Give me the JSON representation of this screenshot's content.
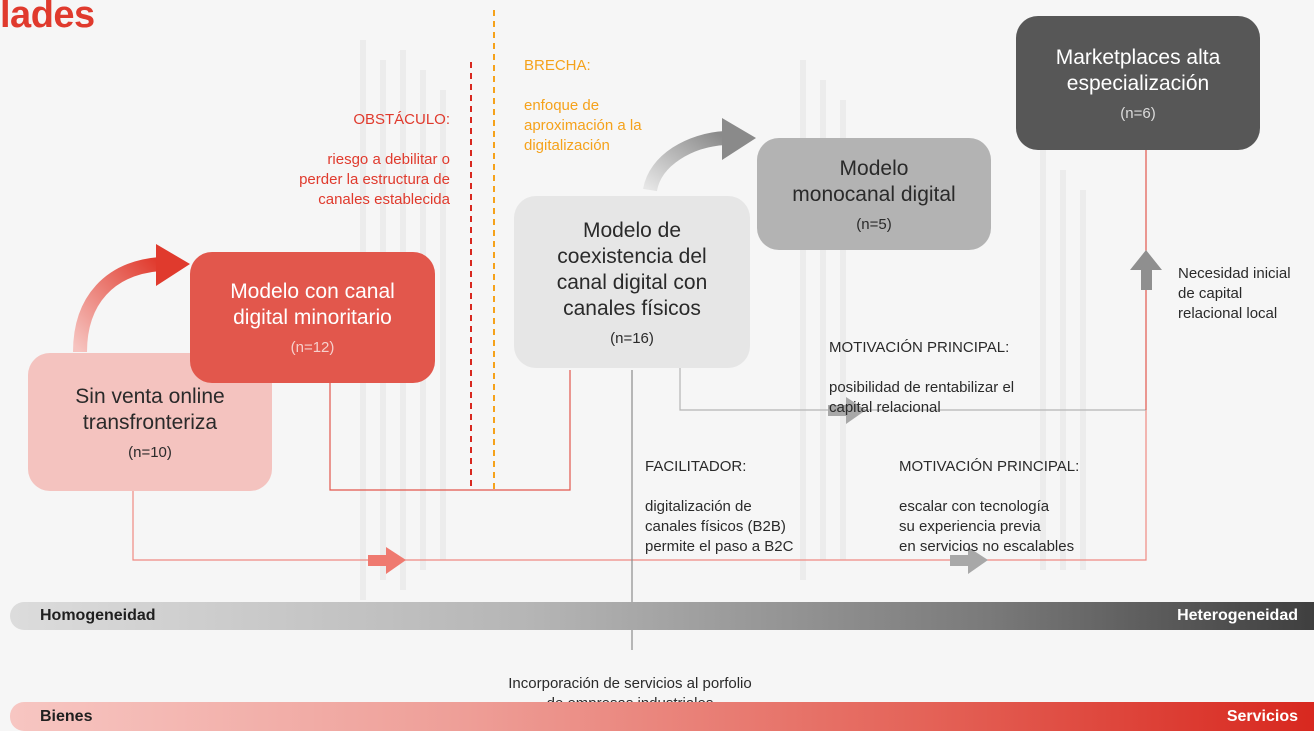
{
  "title": "lades",
  "boxes": {
    "sin_venta": {
      "title": "Sin venta online\ntransfronteriza",
      "n": "(n=10)"
    },
    "minoritario": {
      "title": "Modelo con canal\ndigital minoritario",
      "n": "(n=12)"
    },
    "coexistencia": {
      "title": "Modelo de\ncoexistencia del\ncanal digital con\ncanales físicos",
      "n": "(n=16)"
    },
    "monocanal": {
      "title": "Modelo\nmonocanal digital",
      "n": "(n=5)"
    },
    "marketplaces": {
      "title": "Marketplaces alta\nespecialización",
      "n": "(n=6)"
    }
  },
  "annotations": {
    "obstaculo": {
      "heading": "OBSTÁCULO:",
      "text": "riesgo a debilitar o\nperder la estructura de\ncanales establecida"
    },
    "brecha": {
      "heading": "BRECHA:",
      "text": "enfoque de\naproximación a la\ndigitalización"
    },
    "facilitador": {
      "heading": "FACILITADOR:",
      "text": "digitalización de\ncanales físicos (B2B)\npermite el paso a B2C"
    },
    "motivacion1": {
      "heading": "MOTIVACIÓN PRINCIPAL:",
      "text": "posibilidad de rentabilizar el\ncapital relacional"
    },
    "motivacion2": {
      "heading": "MOTIVACIÓN PRINCIPAL:",
      "text": "escalar con tecnología\nsu experiencia previa\nen servicios no escalables"
    },
    "necesidad": {
      "text": "Necesidad inicial\nde capital\nrelacional local"
    },
    "incorporacion": {
      "text": "Incorporación de servicios al porfolio\nde empresas industriales"
    }
  },
  "scales": {
    "homogeneidad": "Homogeneidad",
    "heterogeneidad": "Heterogeneidad",
    "bienes": "Bienes",
    "servicios": "Servicios"
  },
  "colors": {
    "red": "#e03a2d",
    "orange": "#f5a21b",
    "box_light_pink": "#f4c3bf",
    "box_red": "#e2574c",
    "box_light_gray": "#e6e6e6",
    "box_gray": "#b3b3b3",
    "box_dark": "#575757"
  }
}
